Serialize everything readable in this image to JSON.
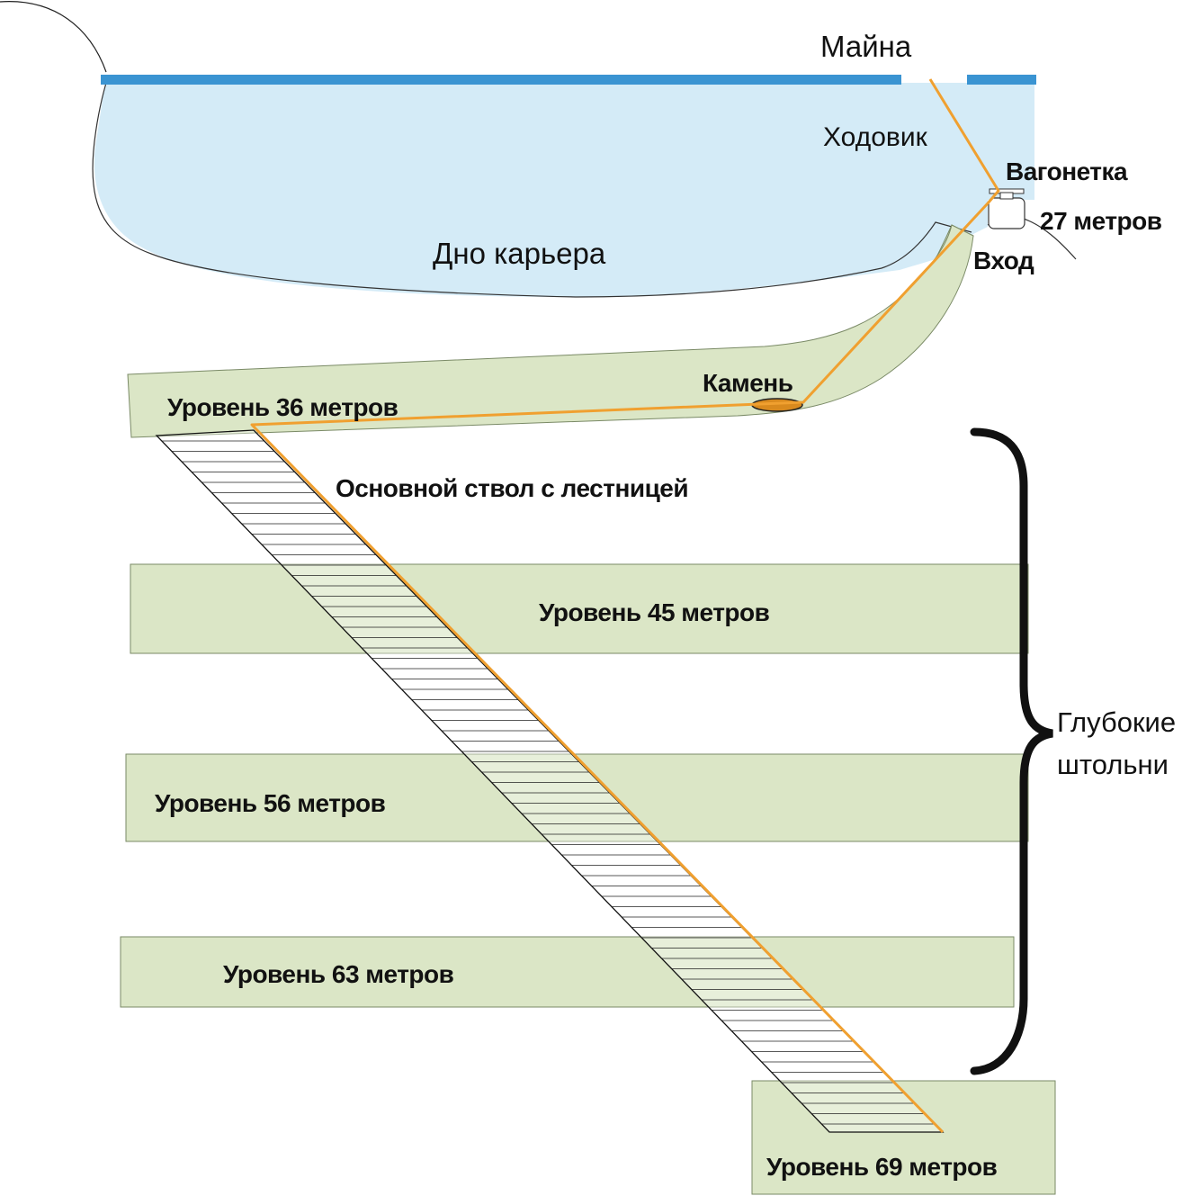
{
  "labels": {
    "mayna": "Майна",
    "khodovik": "Ходовик",
    "vagonetka": "Вагонетка",
    "depth_27": "27 метров",
    "vkhod": "Вход",
    "dno_karera": "Дно карьера",
    "kamen": "Камень",
    "level_36": "Уровень 36 метров",
    "main_shaft": "Основной ствол с лестницей",
    "level_45": "Уровень 45 метров",
    "level_56": "Уровень 56 метров",
    "level_63": "Уровень 63 метров",
    "level_69": "Уровень 69 метров",
    "deep_adits_line1": "Глубокие",
    "deep_adits_line2": "штольни"
  },
  "colors": {
    "water": "#d4ebf7",
    "ice": "#3a94d2",
    "tunnel": "#dbe6c6",
    "route": "#f0a030",
    "stone": "#d98a1e",
    "ink": "#111111"
  }
}
